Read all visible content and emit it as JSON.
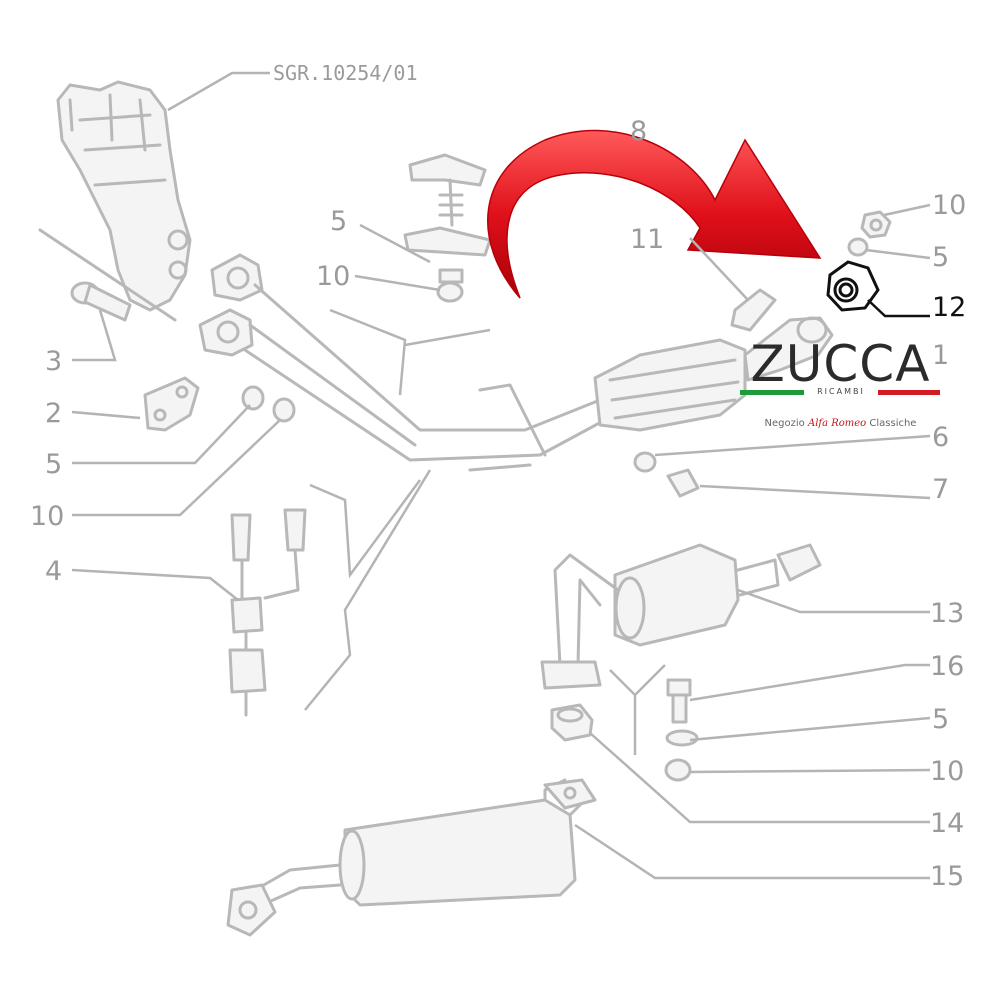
{
  "diagram": {
    "reference_code": "SGR.10254/01",
    "part_numbers": {
      "n8": "8",
      "n5_top": "5",
      "n10_top": "10",
      "n11": "11",
      "n10_right": "10",
      "n5_right": "5",
      "n12": "12",
      "n1": "1",
      "n3": "3",
      "n2": "2",
      "n5_left": "5",
      "n10_left": "10",
      "n6": "6",
      "n7": "7",
      "n4": "4",
      "n13": "13",
      "n16": "16",
      "n5_lower": "5",
      "n10_lower": "10",
      "n14": "14",
      "n15": "15"
    },
    "highlighted_part": "12"
  },
  "colors": {
    "arrow": "#e0101a",
    "line_art": "#b8b8b8",
    "highlight": "#111111",
    "flag_green": "#1e9a3a",
    "flag_white": "#ffffff",
    "flag_red": "#d01c22"
  },
  "logo": {
    "word": "ZUCCA",
    "sub": "RICAMBI",
    "tag_before": "Negozio ",
    "tag_brand": "Alfa Romeo",
    "tag_after": " Classiche"
  }
}
